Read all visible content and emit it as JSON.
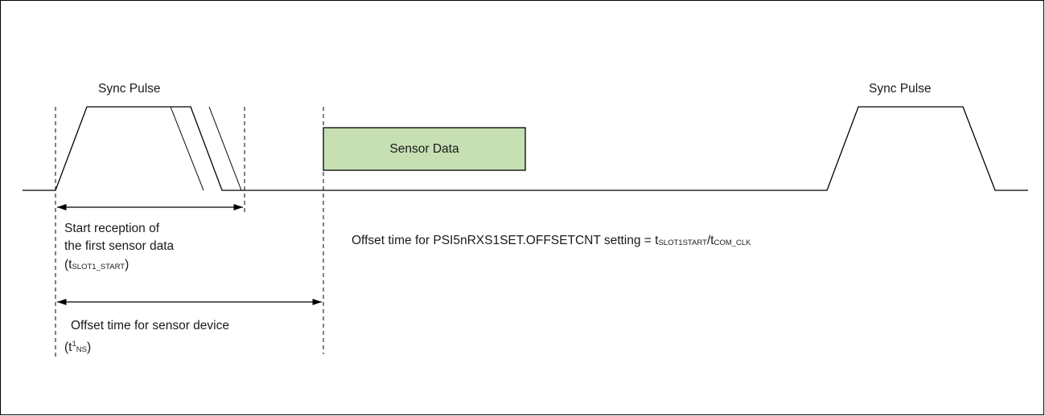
{
  "diagram": {
    "sync_pulse_left": "Sync Pulse",
    "sync_pulse_right": "Sync Pulse",
    "sensor_data": "Sensor Data",
    "start_reception": {
      "line1": "Start reception of",
      "line2": "the first sensor data",
      "paren_open": "(t",
      "sub": "SLOT1_START",
      "paren_close": ")"
    },
    "offset_sensor": {
      "line1": "Offset time for sensor device",
      "paren_open": "(t",
      "sup": "1",
      "sub": "NS",
      "paren_close": ")"
    },
    "offset_formula": {
      "prefix": "Offset time for PSI5nRXS1SET.OFFSETCNT setting = t",
      "sub1": "SLOT1START",
      "mid": "/t",
      "sub2": "COM_CLK"
    },
    "colors": {
      "sensor_box_fill": "#c6e0b4",
      "line": "#000000"
    }
  }
}
